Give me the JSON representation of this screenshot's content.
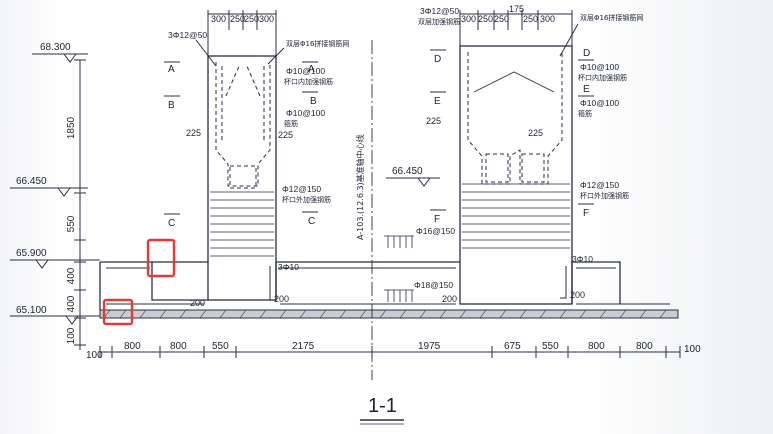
{
  "elevations": [
    "68.300",
    "66.450",
    "65.900",
    "65.100",
    "66.450"
  ],
  "left_dims": [
    "1850",
    "550",
    "400",
    "400",
    "100"
  ],
  "left_column_top_dims": [
    "300",
    "250",
    "250",
    "300"
  ],
  "right_column_top_dims": [
    "300",
    "250",
    "250",
    "175",
    "250",
    "300"
  ],
  "bottom_dims": [
    "100",
    "800",
    "800",
    "550",
    "2175",
    "1975",
    "675",
    "550",
    "800",
    "800",
    "100"
  ],
  "section_marks": [
    "A",
    "A",
    "B",
    "B",
    "C",
    "C",
    "D",
    "D",
    "E",
    "E",
    "F",
    "F"
  ],
  "rebar_labels": {
    "left_top": "3Φ12@50",
    "left_top_right": "双层Φ16拼接钢筋网",
    "left_mid1": "Φ10@100",
    "left_mid1_sub": "杯口内加强钢筋",
    "left_mid2": "Φ10@100",
    "left_mid2_sub": "箍筋",
    "left_low": "Φ12@150",
    "left_low_sub": "杯口外加强钢筋",
    "right_top": "3Φ12@50",
    "right_top_sub": "双层加强钢筋",
    "right_top_right": "双层Φ16拼接钢筋网",
    "right_mid1": "Φ10@100",
    "right_mid1_sub": "杯口内加强钢筋",
    "right_mid2": "Φ10@100",
    "right_mid2_sub": "箍筋",
    "right_low": "Φ12@150",
    "right_low_sub": "杯口外加强钢筋",
    "mid_up": "Φ16@150",
    "mid_down": "Φ18@150",
    "three_phi_left": "3Φ10",
    "three_phi_right": "3Φ10",
    "n225": [
      "225",
      "225",
      "225",
      "225"
    ],
    "n200": [
      "200",
      "200",
      "200",
      "200"
    ]
  },
  "axis_label": "A-103.(12.6.3)基准轴中心线",
  "section_title": "1-1",
  "highlight_color": "#e53935"
}
